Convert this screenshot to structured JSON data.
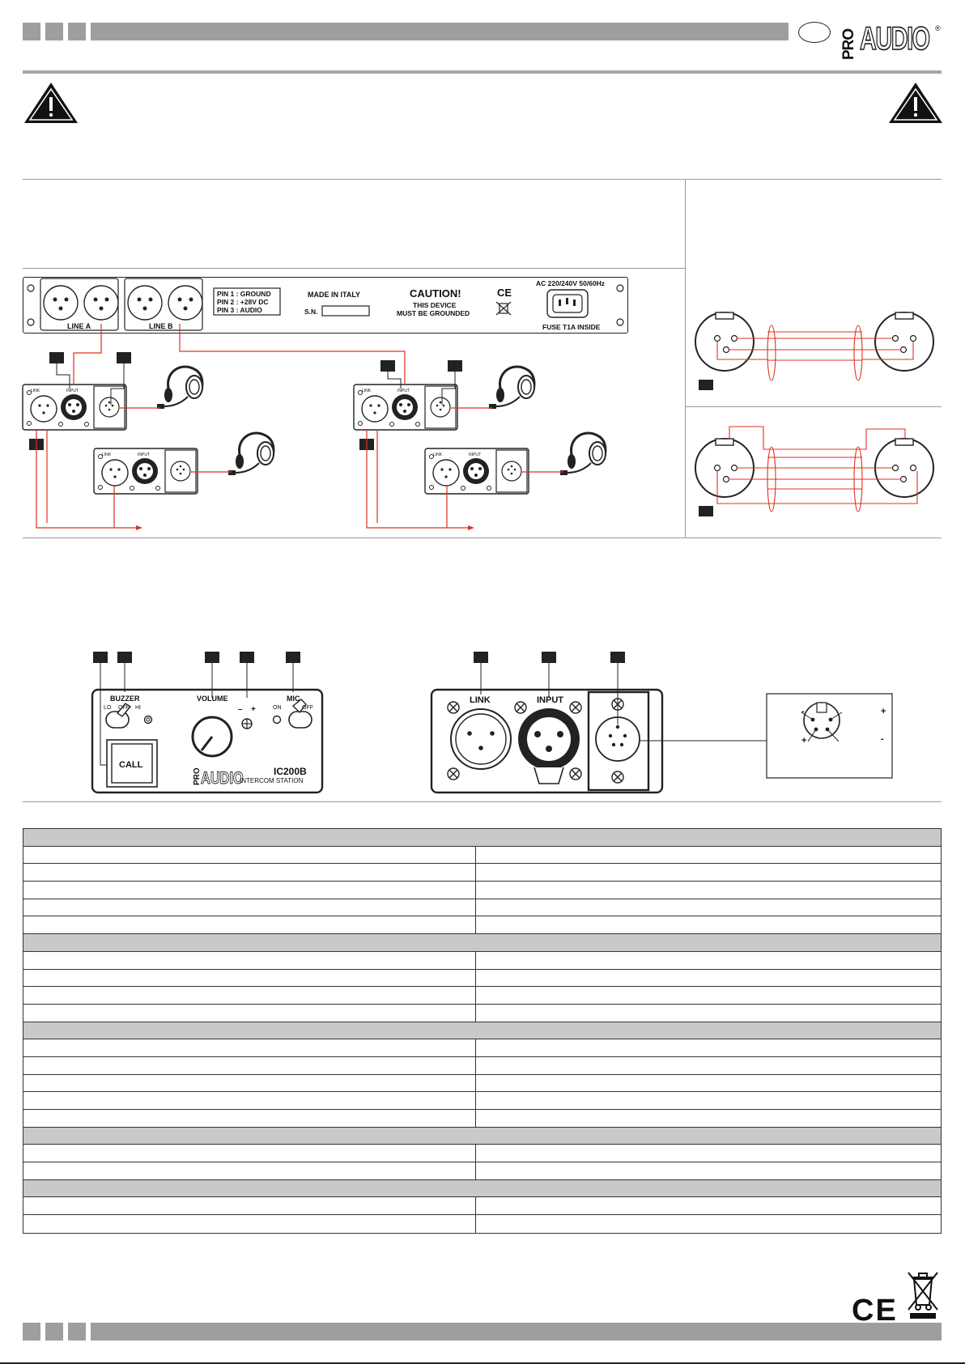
{
  "brand": {
    "pro": "PRO",
    "audio": "AUDIO",
    "registered": "®"
  },
  "rack": {
    "line_a": "LINE A",
    "line_b": "LINE B",
    "pins": [
      "PIN 1  :   GROUND",
      "PIN 2  :   +28V DC",
      "PIN 3  :     AUDIO"
    ],
    "made_in": "MADE IN ITALY",
    "sn": "S.N.",
    "caution": "CAUTION!",
    "caution_l1": "THIS DEVICE",
    "caution_l2": "MUST BE GROUNDED",
    "ce": "CE",
    "ac": "AC 220/240V 50/60Hz",
    "fuse": "FUSE T1A INSIDE"
  },
  "station": {
    "link": "LINK",
    "input": "INPUT"
  },
  "front_panel": {
    "buzzer": "BUZZER",
    "lo": "LO",
    "off": "OFF",
    "hi": "HI",
    "volume": "VOLUME",
    "minus": "–",
    "plus": "+",
    "mic": "MIC",
    "on": "ON",
    "mic_off": "OFF",
    "call": "CALL",
    "model": "IC200B",
    "model_sub": "INTERCOM STATION"
  },
  "rear_panel": {
    "link": "LINK",
    "input": "INPUT"
  },
  "headset_pinout": {
    "tl": "-",
    "tr": "+",
    "bl": "+",
    "br": "-"
  },
  "footer": {
    "ce": "CE"
  },
  "colors": {
    "gray_bar": "#a0a0a0",
    "red": "#e0301e",
    "table_head": "#c9c9c9"
  }
}
